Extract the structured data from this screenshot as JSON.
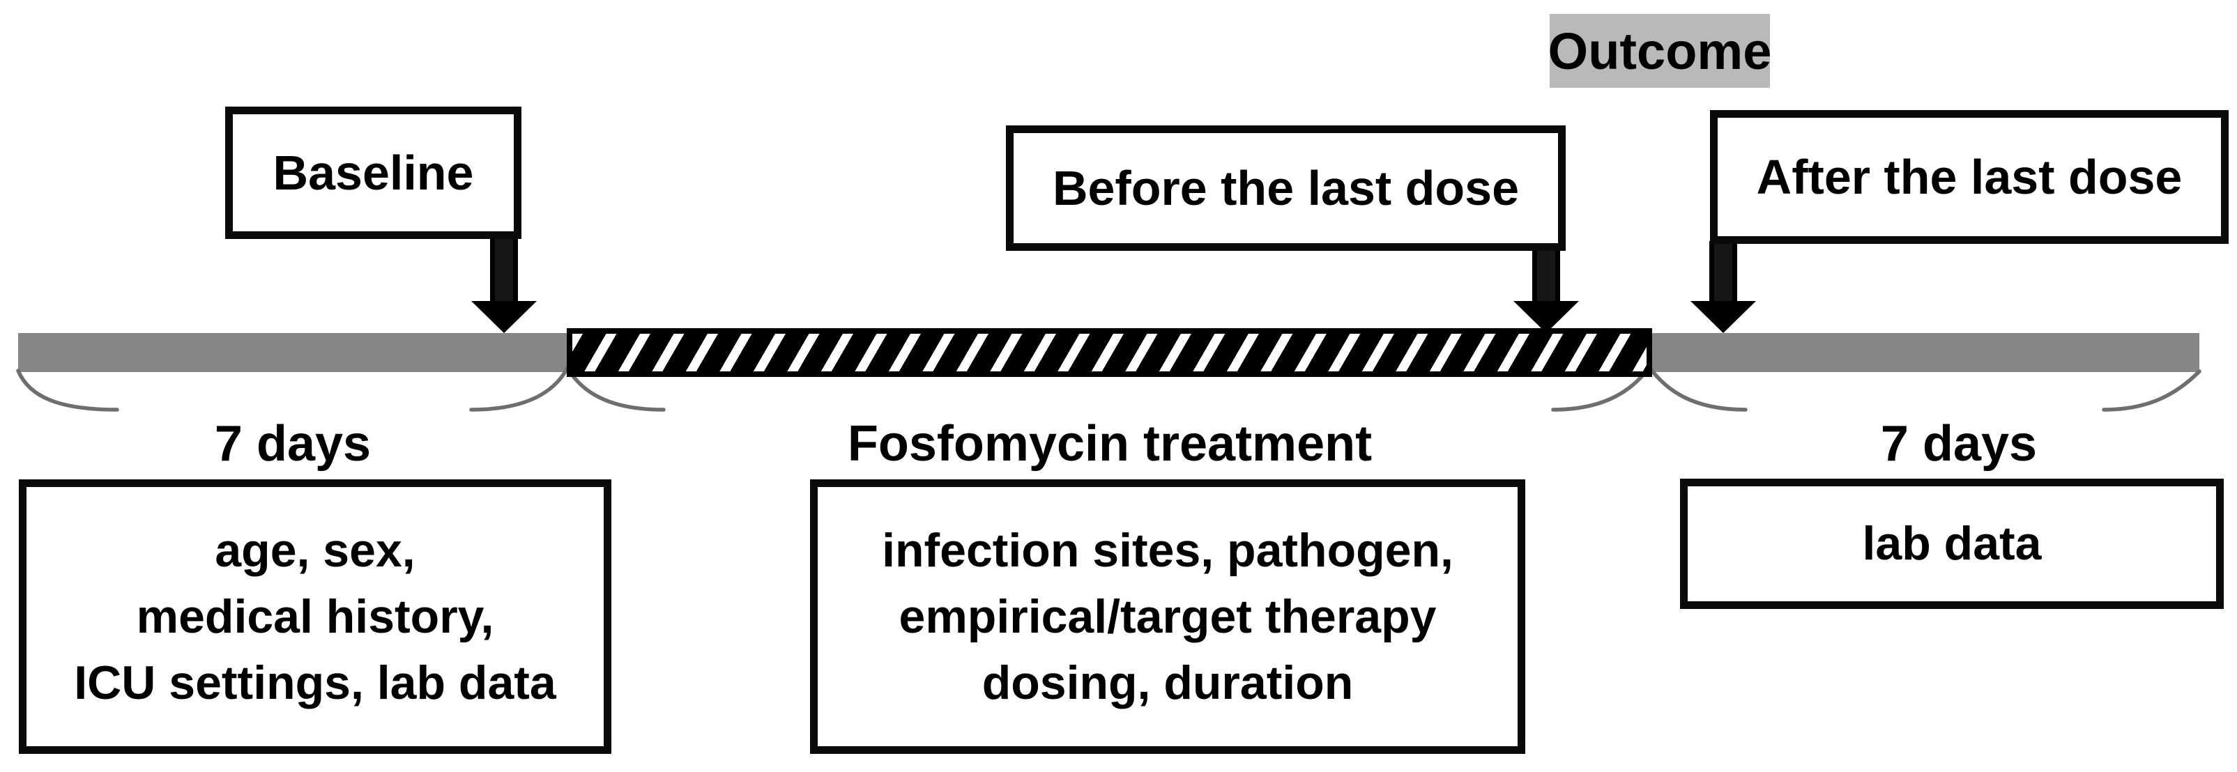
{
  "figure": {
    "outcome_label": "Outcome",
    "timepoints": {
      "baseline": "Baseline",
      "before_last_dose": "Before the last dose",
      "after_last_dose": "After the last dose"
    },
    "segments": [
      {
        "label": "7 days",
        "type": "pre-treatment observation"
      },
      {
        "label": "Fosfomycin treatment",
        "type": "treatment"
      },
      {
        "label": "7 days",
        "type": "post-treatment observation"
      }
    ],
    "data_boxes": {
      "baseline_data": {
        "lines": [
          "age, sex,",
          "medical history,",
          "ICU settings, lab data"
        ]
      },
      "treatment_data": {
        "lines": [
          "infection sites, pathogen,",
          "empirical/target therapy",
          "dosing, duration"
        ]
      },
      "outcome_data": {
        "lines": [
          "lab data"
        ]
      }
    },
    "colors": {
      "timeline_gray": "#868686",
      "outcome_highlight": "#b9b9b9",
      "brace_gray": "#6e6e6e",
      "hatch_black": "#000000",
      "hatch_white": "#ffffff",
      "text": "#000000"
    }
  }
}
